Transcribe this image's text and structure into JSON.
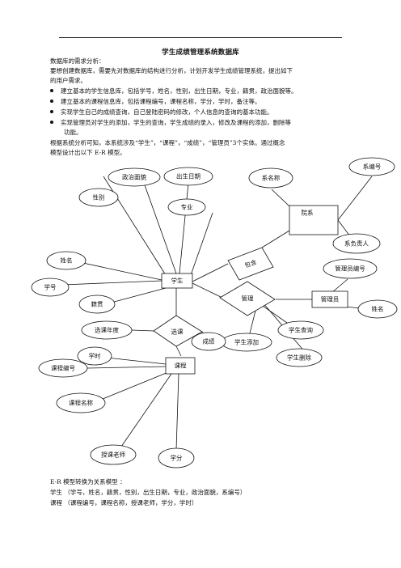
{
  "doc": {
    "title": "学生成绩管理系统数据库",
    "section_heading": "数据库的需求分析：",
    "intro_line1": "要想创建数据库，需要先对数据库的结构进行分析，计划开发学生成绩管理系统，提出如下",
    "intro_line2": "的用户需求。",
    "bullets": [
      "建立基本的学生信息库，包括学号，姓名，性别，出生日期，专业，籍贯，政治面貌等。",
      "建立基本的课程信息库，包括课程编号，课程名称，学分，学时，备注等。",
      "实现学生自己的成绩查询，自己登陆密码的修改，个人信息的查询的基本功能。",
      "实现管理员对学生的添加，学生的查询，学生成绩的录入，修改及课程的添加，删除等"
    ],
    "bullet4_cont": "功能。",
    "analysis_line1": "根据系统分析可知，本系统涉及“学生”，“课程”，“成绩”，“管理员”3个实体。通过概念",
    "analysis_line2": "模型设计出以下 E-R 模型。",
    "er_title": "E-R 模型转换为关系模型 ：",
    "rel_student": "学生 （学号，姓名，籍贯，性别，出生日期，专业，政治面貌，系编号）",
    "rel_course": "课程 （课程编号，课程名称，授课老师，学分，学时）"
  },
  "er": {
    "entities": {
      "student": "学生",
      "course": "课程",
      "department": "院系",
      "admin": "管理员"
    },
    "relationships": {
      "contain": "包含",
      "manage": "管理",
      "select": "选课"
    },
    "attributes": {
      "politics": "政治面貌",
      "birth": "出生日期",
      "gender": "性别",
      "major": "专业",
      "name": "姓名",
      "student_no": "学号",
      "native": "籍贯",
      "dept_name": "系名称",
      "dept_no": "系编号",
      "dept_head": "系负责人",
      "admin_no": "管理员编号",
      "admin_name": "姓名",
      "stu_query": "学生查询",
      "stu_add": "学生添加",
      "stu_delete": "学生删除",
      "select_year": "选课年度",
      "grade": "成绩",
      "hours": "学时",
      "course_no": "课程编号",
      "course_name": "课程名称",
      "teacher": "授课老师",
      "credit": "学分"
    }
  }
}
